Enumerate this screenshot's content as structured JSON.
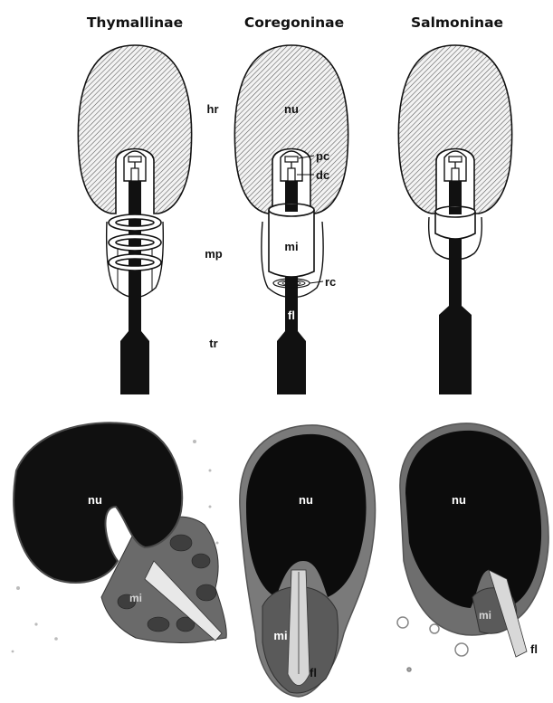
{
  "columns": [
    {
      "title": "Thymallinae"
    },
    {
      "title": "Coregoninae"
    },
    {
      "title": "Salmoninae"
    }
  ],
  "region_labels": {
    "head": "hr",
    "midpiece": "mp",
    "tail": "tr"
  },
  "structure_labels": {
    "nucleus": "nu",
    "proximal_centriole": "pc",
    "distal_centriole": "dc",
    "mitochondria": "mi",
    "ring_centriole": "rc",
    "flagellum": "fl"
  },
  "micrograph_labels": {
    "thymallinae": {
      "nucleus": "nu",
      "mitochondria": "mi"
    },
    "coregoninae": {
      "nucleus": "nu",
      "mitochondria": "mi",
      "flagellum": "fl"
    },
    "salmoninae": {
      "nucleus": "nu",
      "mitochondria": "mi",
      "flagellum": "fl"
    }
  },
  "colors": {
    "ink": "#111111",
    "hatch": "#555555",
    "background": "#ffffff"
  }
}
